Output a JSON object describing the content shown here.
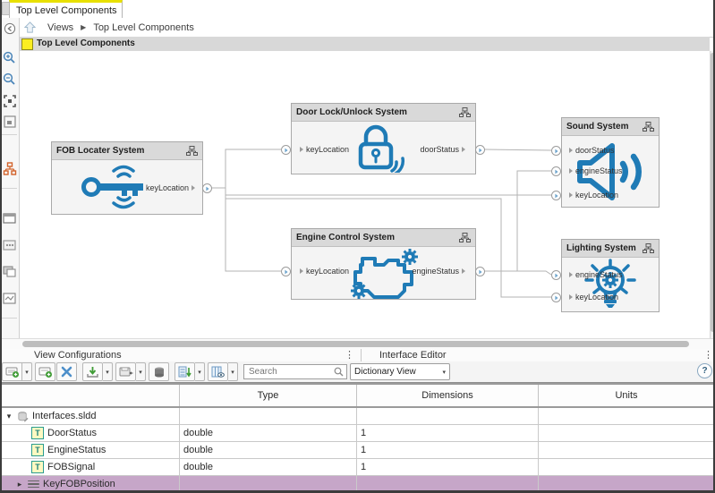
{
  "tab_bar": {
    "active_tab": "Top Level Components"
  },
  "breadcrumb": {
    "root": "Views",
    "separator": "▶",
    "current": "Top Level Components"
  },
  "canvas": {
    "header_title": "Top Level Components"
  },
  "icons": {
    "kebab": "⋮",
    "caret": "▾",
    "expanded": "▾",
    "collapsed": "▸",
    "signal_letter": "T"
  },
  "sidebar": {
    "items": [
      "collapse-panel",
      "zoom-in",
      "zoom-out",
      "fit-to-view",
      "zoom-to-selection",
      "component-hierarchy",
      "panel-preview",
      "panel-dots",
      "panel-overlay",
      "panel-diagram"
    ]
  },
  "diagram": {
    "accent_color": "#1f7bb6",
    "blocks": [
      {
        "title": "FOB Locater System",
        "icon": "key-transmitter-icon",
        "inputs": [],
        "outputs": [
          "keyLocation"
        ]
      },
      {
        "title": "Door Lock/Unlock System",
        "icon": "padlock-wireless-icon",
        "inputs": [
          "keyLocation"
        ],
        "outputs": [
          "doorStatus"
        ]
      },
      {
        "title": "Engine Control System",
        "icon": "engine-gears-icon",
        "inputs": [
          "keyLocation"
        ],
        "outputs": [
          "engineStatus"
        ]
      },
      {
        "title": "Sound System",
        "icon": "speaker-icon",
        "inputs": [
          "doorStatus",
          "engineStatus",
          "keyLocation"
        ],
        "outputs": []
      },
      {
        "title": "Lighting System",
        "icon": "lightbulb-gear-icon",
        "inputs": [
          "engineStatus",
          "keyLocation"
        ],
        "outputs": []
      }
    ]
  },
  "panels": {
    "left_title": "View Configurations",
    "right_title": "Interface Editor"
  },
  "toolbar": {
    "search_placeholder": "Search",
    "dictionary_view": "Dictionary View",
    "help_label": "?",
    "buttons": [
      "add-interface",
      "add-element",
      "delete",
      "import",
      "save",
      "open-dictionary",
      "sort",
      "show-columns"
    ]
  },
  "table": {
    "columns": [
      "",
      "Type",
      "Dimensions",
      "Units"
    ],
    "rows": [
      {
        "name": "Interfaces.sldd",
        "type": "",
        "dimensions": "",
        "units": "",
        "level": 0,
        "state": "expanded",
        "icon": "data-dictionary-icon",
        "selected": false
      },
      {
        "name": "DoorStatus",
        "type": "double",
        "dimensions": "1",
        "units": "",
        "level": 1,
        "state": "",
        "icon": "value-type-icon",
        "selected": false
      },
      {
        "name": "EngineStatus",
        "type": "double",
        "dimensions": "1",
        "units": "",
        "level": 1,
        "state": "",
        "icon": "value-type-icon",
        "selected": false
      },
      {
        "name": "FOBSignal",
        "type": "double",
        "dimensions": "1",
        "units": "",
        "level": 1,
        "state": "",
        "icon": "value-type-icon",
        "selected": false
      },
      {
        "name": "KeyFOBPosition",
        "type": "",
        "dimensions": "",
        "units": "",
        "level": 0,
        "state": "collapsed",
        "icon": "bus-interface-icon",
        "selected": true
      }
    ]
  }
}
